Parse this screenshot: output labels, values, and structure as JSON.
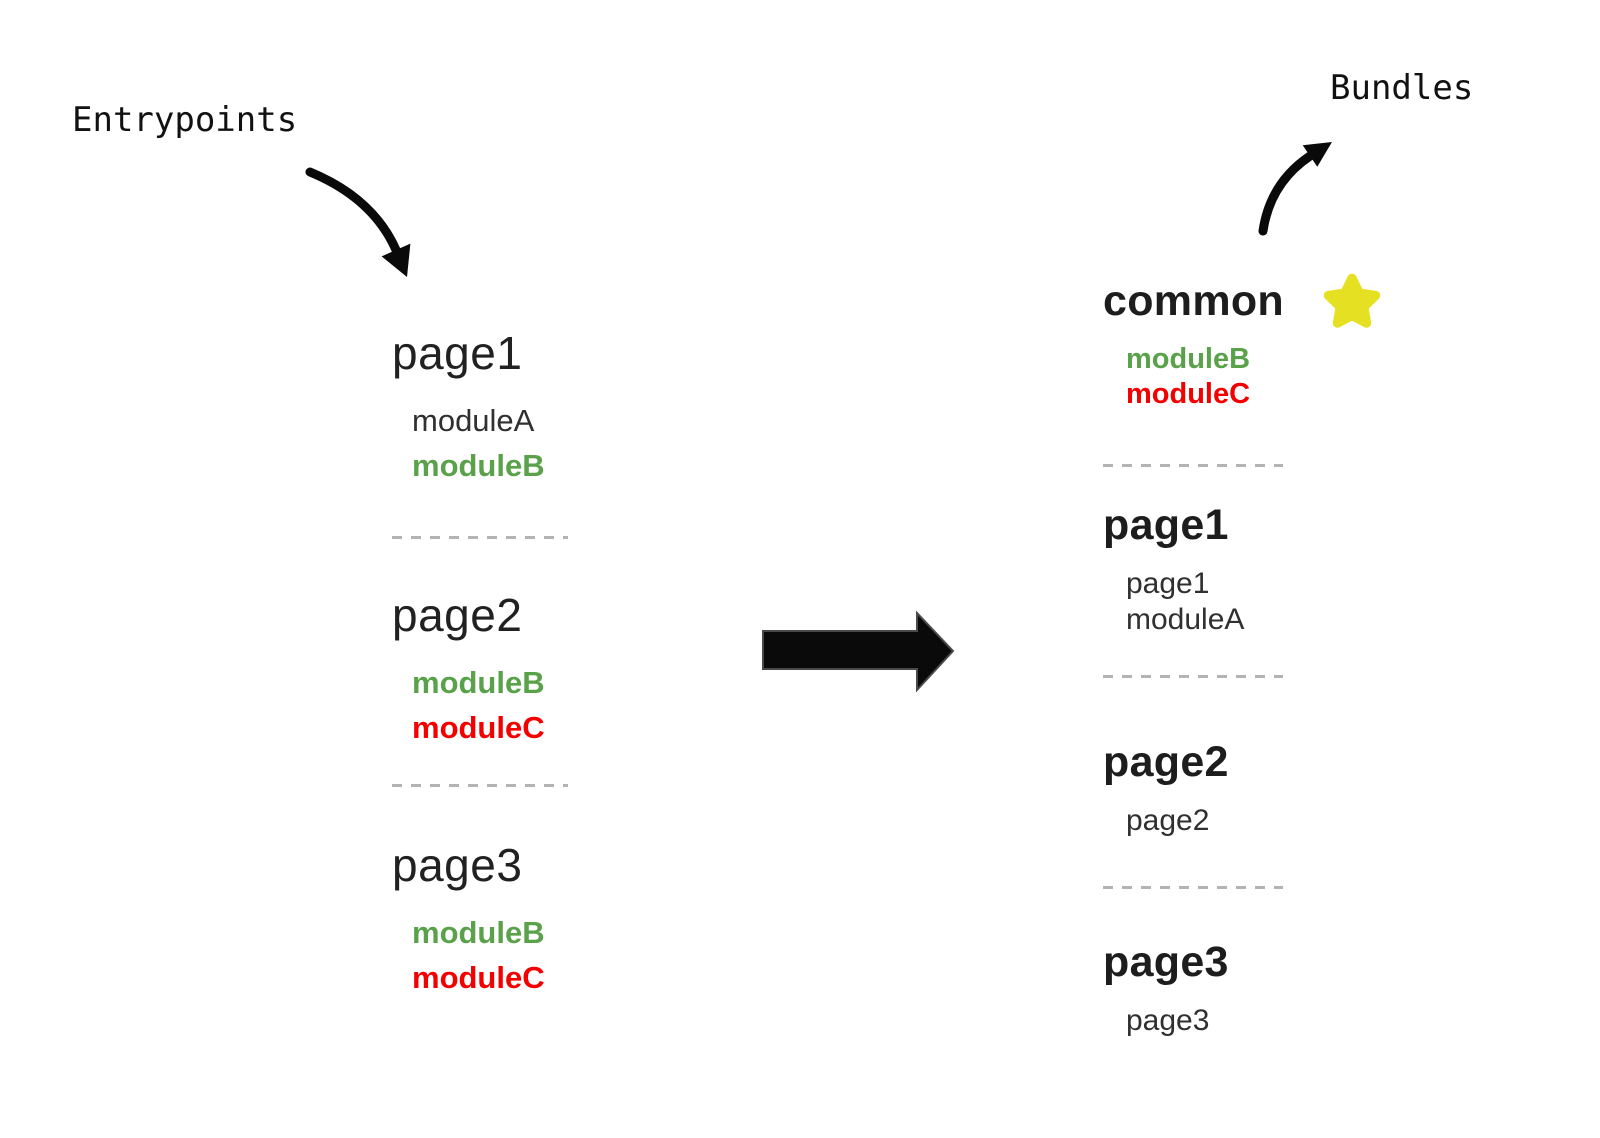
{
  "labels": {
    "entrypoints": "Entrypoints",
    "bundles": "Bundles"
  },
  "colors": {
    "green": "#5aa24a",
    "red": "#f50000",
    "heading_black": "#1d1d1d",
    "module_black": "#303030",
    "star_yellow": "#e6e022",
    "divider_gray": "#b3b3b3",
    "arrow_black": "#0a0a0a"
  },
  "entrypoints": [
    {
      "name": "page1",
      "modules": [
        {
          "label": "moduleA",
          "color": "black"
        },
        {
          "label": "moduleB",
          "color": "green"
        }
      ]
    },
    {
      "name": "page2",
      "modules": [
        {
          "label": "moduleB",
          "color": "green"
        },
        {
          "label": "moduleC",
          "color": "red"
        }
      ]
    },
    {
      "name": "page3",
      "modules": [
        {
          "label": "moduleB",
          "color": "green"
        },
        {
          "label": "moduleC",
          "color": "red"
        }
      ]
    }
  ],
  "bundles": [
    {
      "name": "common",
      "starred": true,
      "modules": [
        {
          "label": "moduleB",
          "color": "green"
        },
        {
          "label": "moduleC",
          "color": "red"
        }
      ]
    },
    {
      "name": "page1",
      "starred": false,
      "modules": [
        {
          "label": "page1",
          "color": "black"
        },
        {
          "label": "moduleA",
          "color": "black"
        }
      ]
    },
    {
      "name": "page2",
      "starred": false,
      "modules": [
        {
          "label": "page2",
          "color": "black"
        }
      ]
    },
    {
      "name": "page3",
      "starred": false,
      "modules": [
        {
          "label": "page3",
          "color": "black"
        }
      ]
    }
  ]
}
